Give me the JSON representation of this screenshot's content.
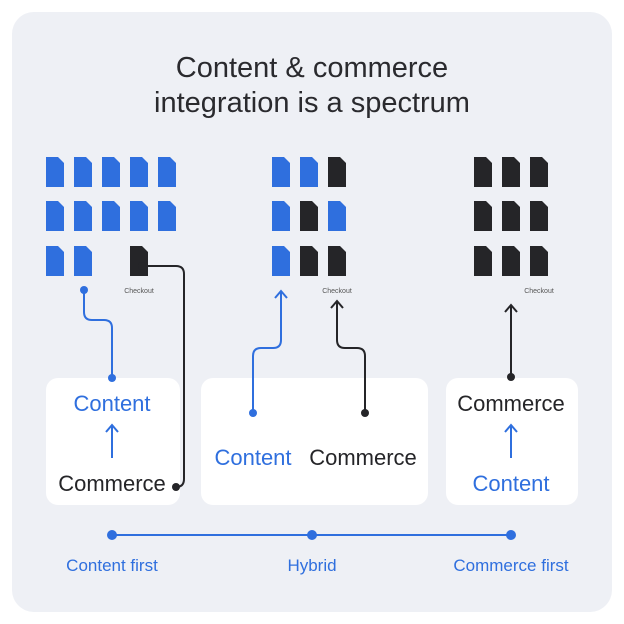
{
  "title": {
    "line1": "Content & commerce",
    "line2": "integration is a spectrum"
  },
  "colors": {
    "blue": "#2f6fde",
    "dark": "#252528",
    "panel": "#eef0f5"
  },
  "checkout_label": "Checkout",
  "columns": [
    {
      "top": "Content",
      "bottom": "Commerce",
      "pages": [
        "blue",
        "blue",
        "blue",
        "blue",
        "blue",
        "blue",
        "blue",
        "blue",
        "blue",
        "blue",
        "blue",
        "blue",
        "",
        "dark",
        ""
      ]
    },
    {
      "left": "Content",
      "right": "Commerce",
      "pages": [
        "blue",
        "blue",
        "dark",
        "blue",
        "dark",
        "blue",
        "blue",
        "dark",
        "dark"
      ]
    },
    {
      "top": "Commerce",
      "bottom": "Content",
      "pages": [
        "dark",
        "dark",
        "dark",
        "dark",
        "dark",
        "dark",
        "dark",
        "dark",
        "dark"
      ]
    }
  ],
  "spectrum": [
    "Content first",
    "Hybrid",
    "Commerce first"
  ]
}
